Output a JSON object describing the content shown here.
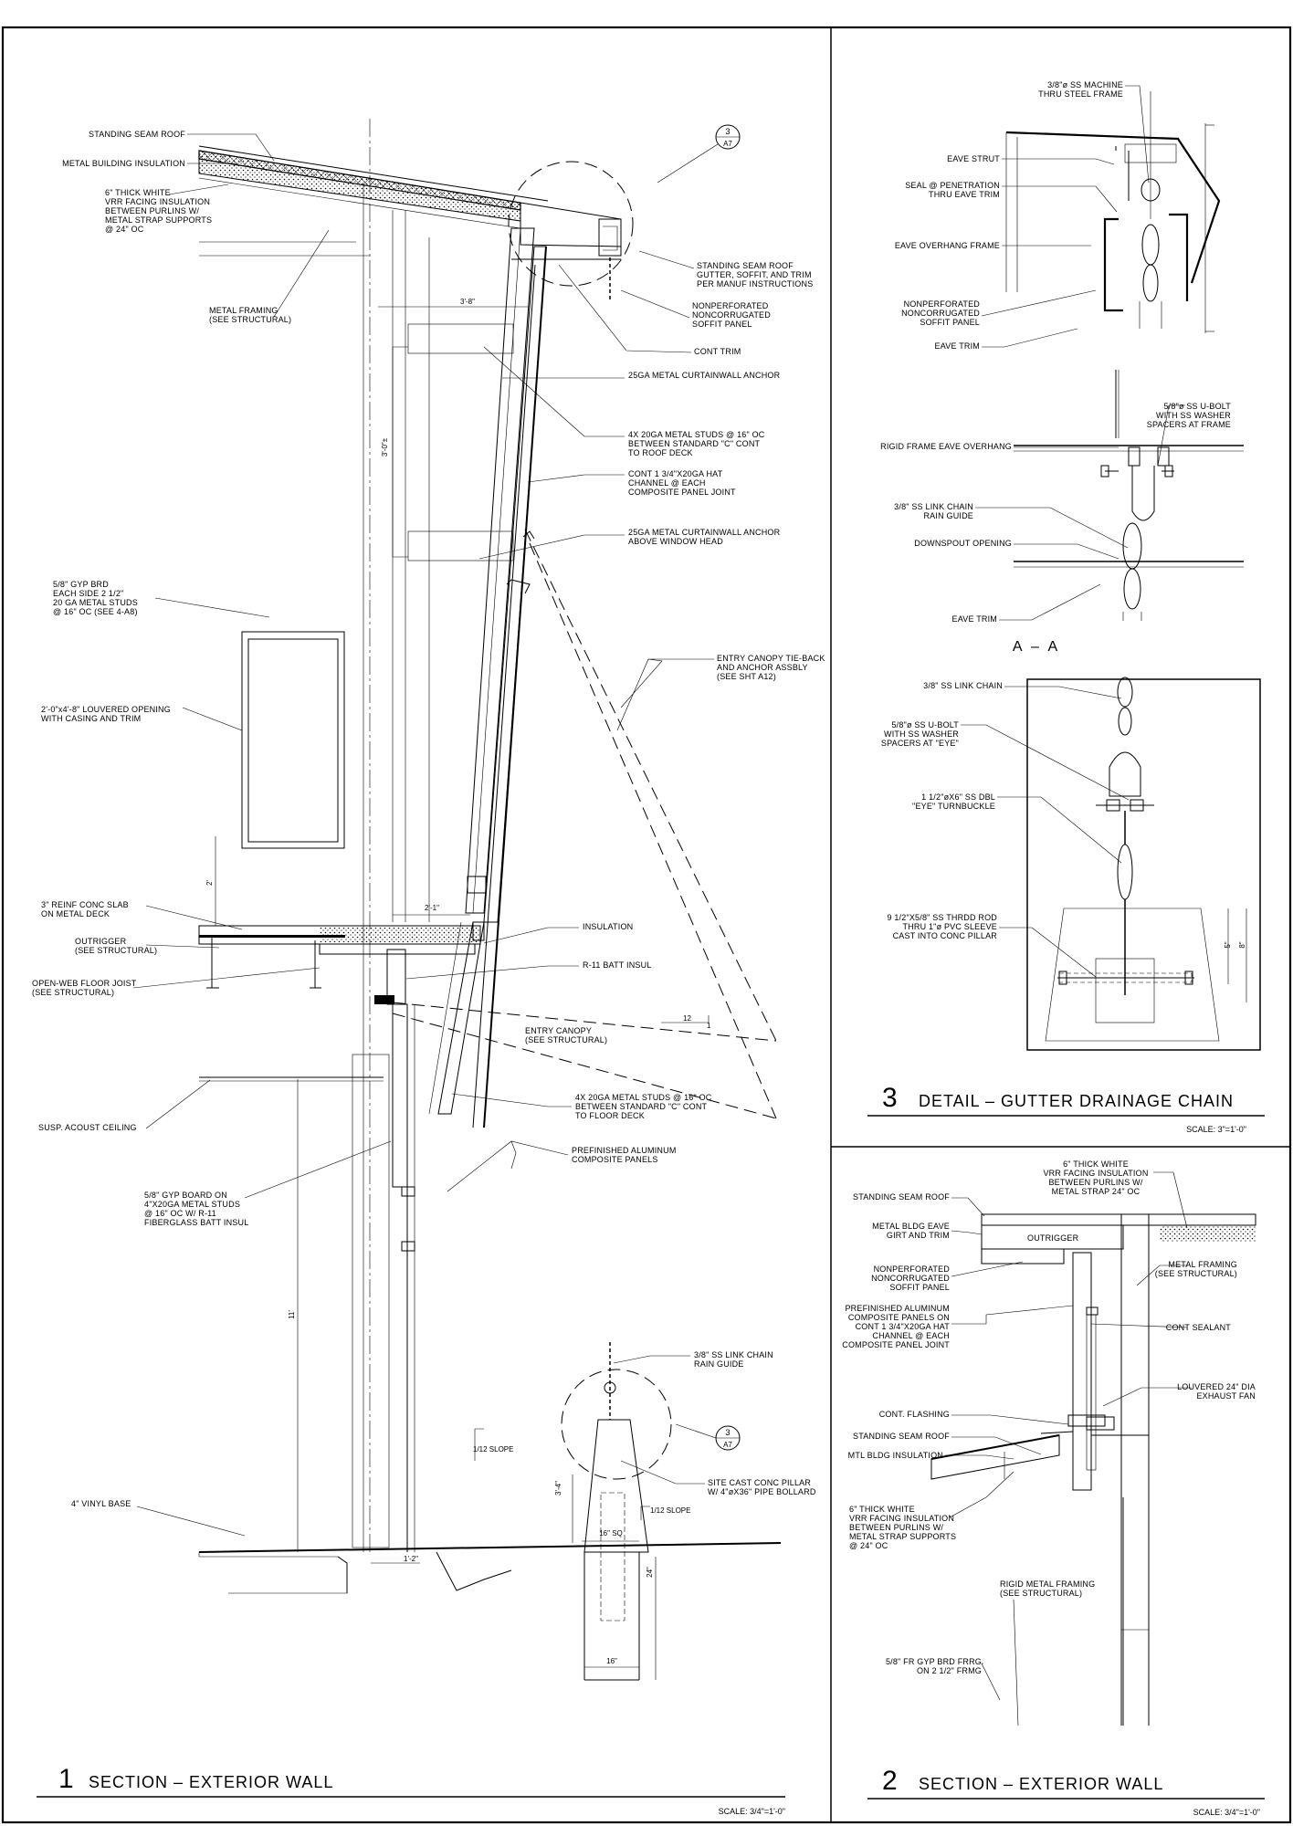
{
  "detail1": {
    "number": "1",
    "title": "SECTION – EXTERIOR WALL",
    "scale": "SCALE: 3/4\"=1'-0\"",
    "callout_ref": {
      "top": "3",
      "bottom": "A7"
    },
    "notes_left": [
      [
        "STANDING SEAM ROOF"
      ],
      [
        "METAL BUILDING INSULATION"
      ],
      [
        "6\" THICK WHITE",
        "VRR FACING INSULATION",
        "BETWEEN PURLINS W/",
        "METAL STRAP SUPPORTS",
        "@ 24\" OC"
      ],
      [
        "METAL FRAMING",
        "(SEE STRUCTURAL)"
      ],
      [
        "5/8\" GYP BRD",
        "EACH SIDE 2 1/2\"",
        "20 GA METAL STUDS",
        "@ 16\" OC (SEE 4-A8)"
      ],
      [
        "2'-0\"x4'-8\" LOUVERED OPENING",
        "WITH CASING AND TRIM"
      ],
      [
        "3\" REINF CONC SLAB",
        "ON METAL DECK"
      ],
      [
        "OUTRIGGER",
        "(SEE STRUCTURAL)"
      ],
      [
        "OPEN-WEB FLOOR JOIST",
        "(SEE STRUCTURAL)"
      ],
      [
        "SUSP. ACOUST CEILING"
      ],
      [
        "5/8\" GYP BOARD ON",
        "4\"X20GA METAL STUDS",
        "@ 16\" OC W/ R-11",
        "FIBERGLASS BATT INSUL"
      ],
      [
        "4\" VINYL BASE"
      ]
    ],
    "notes_right": [
      [
        "STANDING SEAM ROOF",
        "GUTTER, SOFFIT, AND TRIM",
        "PER MANUF INSTRUCTIONS"
      ],
      [
        "NONPERFORATED",
        "NONCORRUGATED",
        "SOFFIT PANEL"
      ],
      [
        "CONT TRIM"
      ],
      [
        "25GA METAL CURTAINWALL ANCHOR"
      ],
      [
        "4X 20GA METAL STUDS @ 16\" OC",
        "BETWEEN STANDARD \"C\" CONT",
        "TO ROOF DECK"
      ],
      [
        "CONT 1 3/4\"X20GA HAT",
        "CHANNEL @ EACH",
        "COMPOSITE PANEL JOINT"
      ],
      [
        "25GA METAL CURTAINWALL ANCHOR",
        "ABOVE WINDOW HEAD"
      ],
      [
        "ENTRY CANOPY TIE-BACK",
        "AND ANCHOR ASSBLY",
        "(SEE SHT A12)"
      ],
      [
        "INSULATION"
      ],
      [
        "R-11 BATT INSUL"
      ],
      [
        "ENTRY CANOPY",
        "(SEE STRUCTURAL)"
      ],
      [
        "4X 20GA METAL STUDS @ 16\" OC",
        "BETWEEN STANDARD \"C\" CONT",
        "TO FLOOR DECK"
      ],
      [
        "PREFINISHED ALUMINUM",
        "COMPOSITE PANELS"
      ],
      [
        "3/8\" SS LINK CHAIN",
        "RAIN GUIDE"
      ],
      [
        "SITE CAST CONC PILLAR",
        "W/ 4\"øX36\" PIPE BOLLARD"
      ]
    ],
    "dims": [
      "3'-8\"",
      "3'-0\"±",
      "2'",
      "2'-1\"",
      "11'",
      "1'-2\"",
      "3'-4\"",
      "16\" SQ",
      "24\"",
      "16\""
    ],
    "slopes": [
      "12",
      "1",
      "1/12 SLOPE",
      "1/12 SLOPE"
    ]
  },
  "detail3": {
    "number": "3",
    "title": "DETAIL – GUTTER DRAINAGE CHAIN",
    "scale": "SCALE: 3\"=1'-0\"",
    "section_label": "A – A",
    "notes": [
      [
        "3/8\"ø SS MACHINE",
        "THRU STEEL FRAME"
      ],
      [
        "EAVE STRUT"
      ],
      [
        "SEAL @ PENETRATION",
        "THRU EAVE TRIM"
      ],
      [
        "EAVE OVERHANG FRAME"
      ],
      [
        "NONPERFORATED",
        "NONCORRUGATED",
        "SOFFIT PANEL"
      ],
      [
        "EAVE TRIM"
      ],
      [
        "5/8\"ø SS U-BOLT",
        "WITH SS WASHER",
        "SPACERS AT FRAME"
      ],
      [
        "RIGID FRAME EAVE OVERHANG"
      ],
      [
        "3/8\" SS LINK CHAIN",
        "RAIN GUIDE"
      ],
      [
        "DOWNSPOUT OPENING"
      ],
      [
        "EAVE TRIM"
      ],
      [
        "3/8\" SS LINK CHAIN"
      ],
      [
        "5/8\"ø SS U-BOLT",
        "WITH SS WASHER",
        "SPACERS AT \"EYE\""
      ],
      [
        "1 1/2\"øX6\" SS DBL",
        "\"EYE\" TURNBUCKLE"
      ],
      [
        "9 1/2\"X5/8\" SS THRDD ROD",
        "THRU 1\"ø PVC SLEEVE",
        "CAST INTO CONC PILLAR"
      ]
    ],
    "dims": [
      "5\"",
      "8\""
    ]
  },
  "detail2": {
    "number": "2",
    "title": "SECTION – EXTERIOR WALL",
    "scale": "SCALE: 3/4\"=1'-0\"",
    "outrigger": "OUTRIGGER",
    "notes_left": [
      [
        "STANDING SEAM ROOF"
      ],
      [
        "METAL BLDG EAVE",
        "GIRT AND TRIM"
      ],
      [
        "NONPERFORATED",
        "NONCORRUGATED",
        "SOFFIT PANEL"
      ],
      [
        "PREFINISHED ALUMINUM",
        "COMPOSITE PANELS ON",
        "CONT 1 3/4\"X20GA HAT",
        "CHANNEL @ EACH",
        "COMPOSITE PANEL JOINT"
      ],
      [
        "CONT. FLASHING"
      ],
      [
        "STANDING SEAM ROOF"
      ],
      [
        "MTL BLDG INSULATION"
      ],
      [
        "6\" THICK WHITE",
        "VRR FACING INSULATION",
        "BETWEEN PURLINS W/",
        "METAL STRAP SUPPORTS",
        "@ 24\" OC"
      ],
      [
        "RIGID METAL FRAMING",
        "(SEE STRUCTURAL)"
      ],
      [
        "5/8\" FR GYP BRD FRRG",
        "ON 2 1/2\" FRMG"
      ]
    ],
    "notes_right": [
      [
        "6\" THICK WHITE",
        "VRR FACING INSULATION",
        "BETWEEN PURLINS W/",
        "METAL STRAP 24\" OC"
      ],
      [
        "METAL FRAMING",
        "(SEE STRUCTURAL)"
      ],
      [
        "CONT SEALANT"
      ],
      [
        "LOUVERED 24\" DIA",
        "EXHAUST FAN"
      ]
    ]
  }
}
